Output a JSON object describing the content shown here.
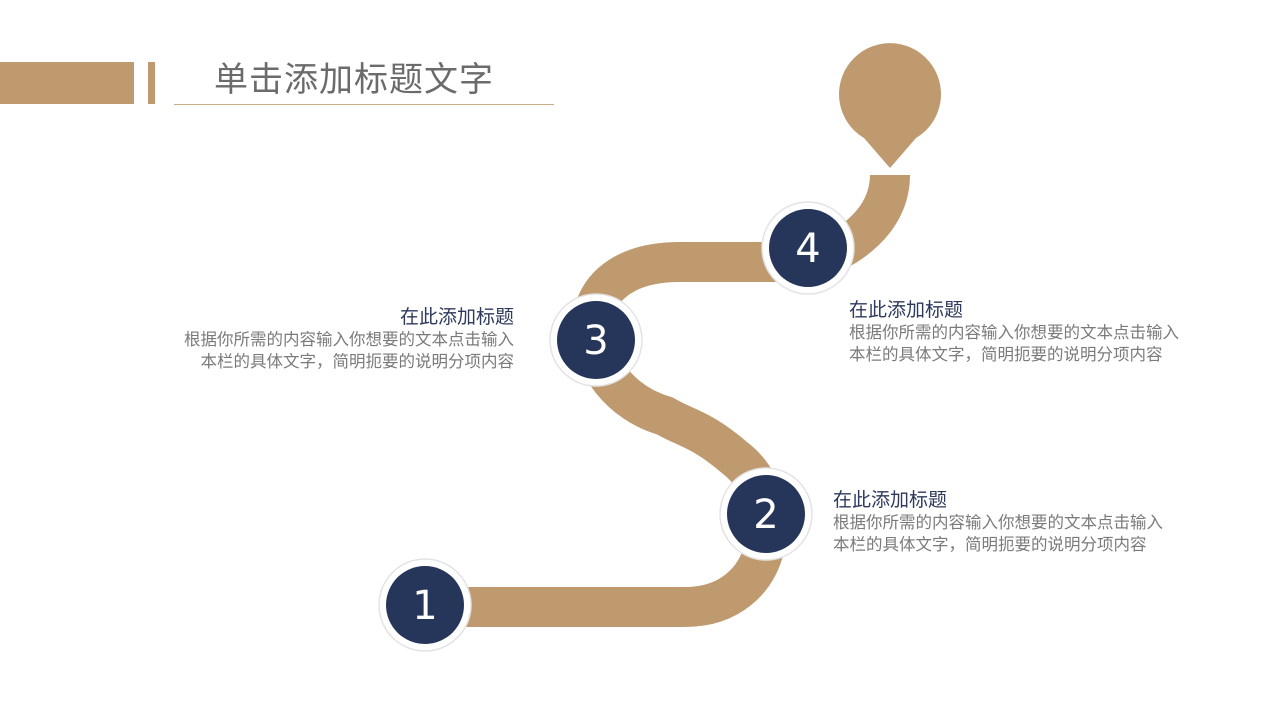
{
  "header": {
    "title": "单击添加标题文字"
  },
  "steps": [
    {
      "number": "1"
    },
    {
      "number": "2",
      "title": "在此添加标题",
      "desc_line1": "根据你所需的内容输入你想要的文本点击输入",
      "desc_line2": "本栏的具体文字，简明扼要的说明分项内容"
    },
    {
      "number": "3",
      "title": "在此添加标题",
      "desc_line1": "根据你所需的内容输入你想要的文本点击输入",
      "desc_line2": "本栏的具体文字，简明扼要的说明分项内容"
    },
    {
      "number": "4",
      "title": "在此添加标题",
      "desc_line1": "根据你所需的内容输入你想要的文本点击输入",
      "desc_line2": "本栏的具体文字，简明扼要的说明分项内容"
    }
  ],
  "colors": {
    "accent": "#bf9a6f",
    "node": "#26365a",
    "title_text": "#6b6b6b",
    "step_title": "#2d3a5c",
    "desc_text": "#7a7a7a"
  }
}
